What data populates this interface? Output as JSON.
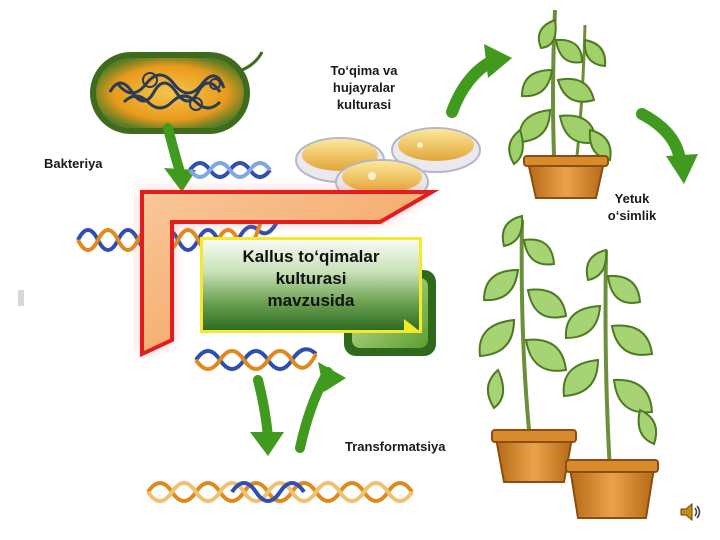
{
  "labels": {
    "bacterium": "Bakteriya",
    "tissue_culture": "To‘qima va\nhujayralar\nkulturasi",
    "mature_plant": "Yetuk\no‘simlik",
    "transformation": "Transformatsiya"
  },
  "title_box": {
    "text": "Kallus to‘qimalar\nkulturasi\nmavzusida"
  },
  "icons": [
    "bacterium-icon",
    "dna-strand-icon",
    "petri-dish-icon",
    "plant-icon",
    "arrow-icon",
    "speaker-icon"
  ],
  "colors": {
    "arrow_green": "#3f9a1e",
    "frame_red": "#e11d1d",
    "frame_fill": "#f7b37a",
    "title_border": "#f2ea2a",
    "title_green": "#3f7f2c",
    "dna_blue": "#2f4fb0",
    "dna_orange": "#e08a1e",
    "leaf_green": "#8cc45a",
    "pot_orange": "#d98a2b"
  }
}
